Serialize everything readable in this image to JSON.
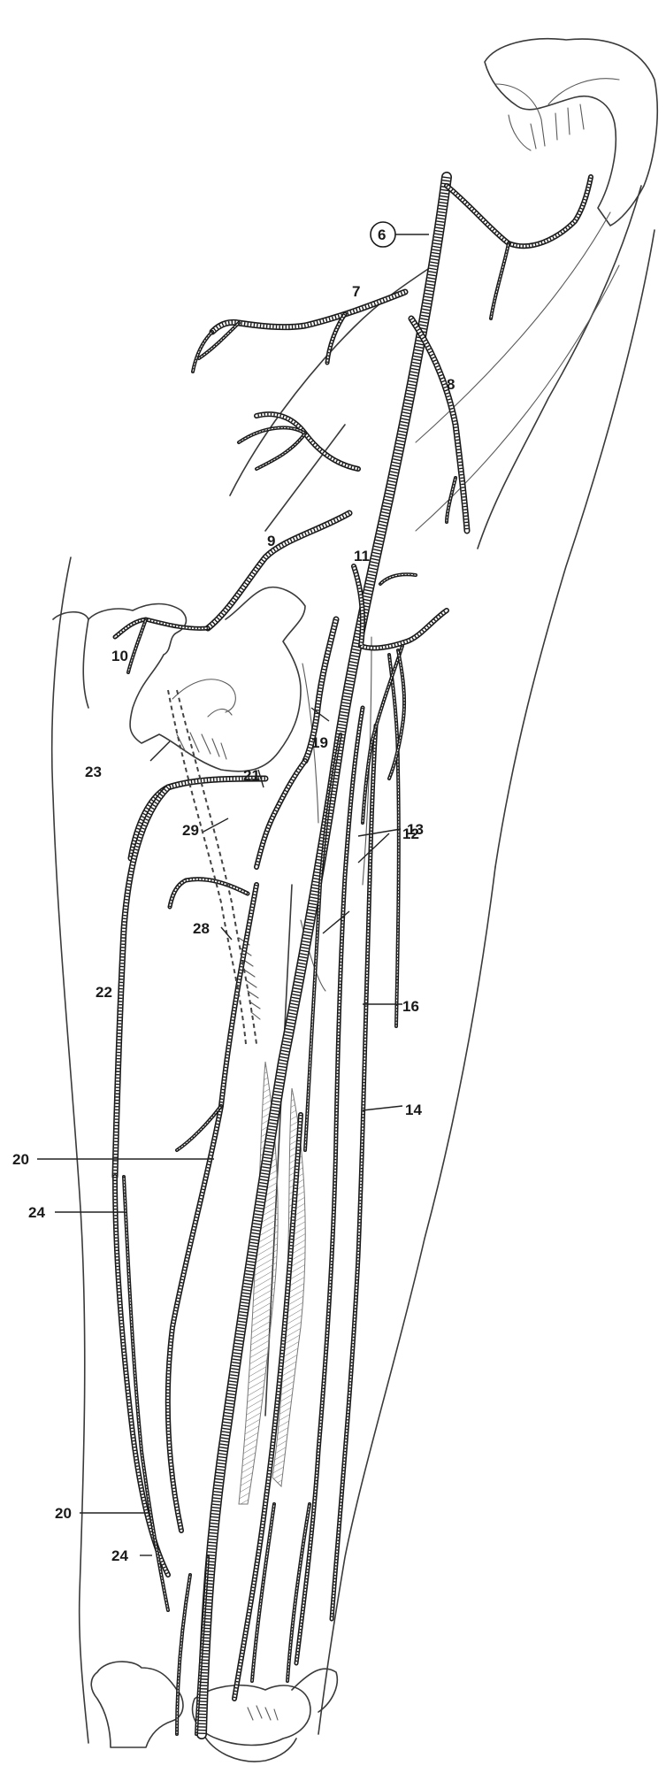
{
  "labels": {
    "l6": "6",
    "l7": "7",
    "l8": "8",
    "l9": "9",
    "l10": "10",
    "l11": "11",
    "l12": "12",
    "l13": "13",
    "l14": "14",
    "l16": "16",
    "l19": "19",
    "l20a": "20",
    "l20b": "20",
    "l21": "21",
    "l22": "22",
    "l23": "23",
    "l24a": "24",
    "l24b": "24",
    "l28": "28",
    "l29": "29"
  }
}
